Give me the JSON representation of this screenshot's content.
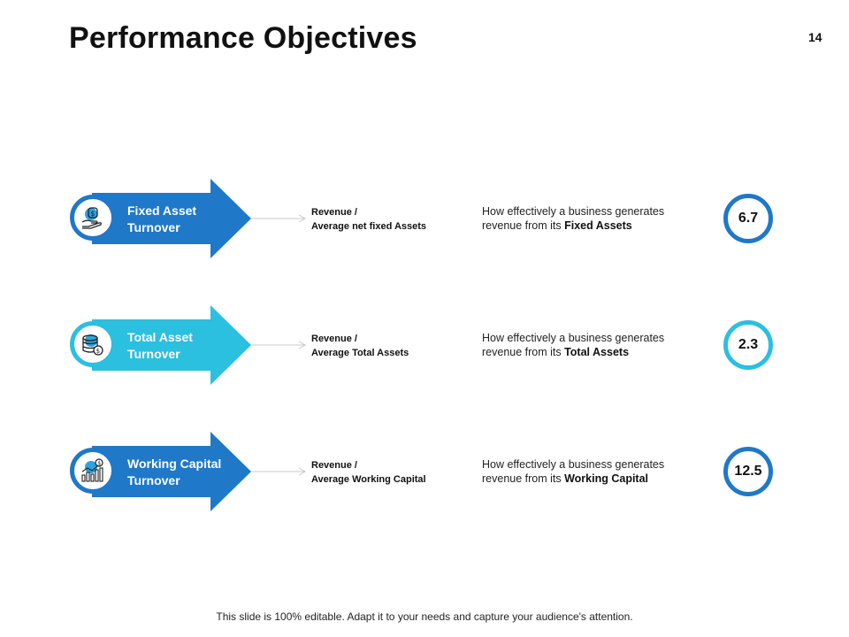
{
  "slide": {
    "title": "Performance Objectives",
    "page_number": "14",
    "footer": "This slide is 100% editable. Adapt it to your needs and capture your audience's attention."
  },
  "colors": {
    "dark_blue": "#1f78c8",
    "cyan": "#2bbfe0",
    "icon_dot": "#2aa3e0"
  },
  "objectives": [
    {
      "label_line1": "Fixed Asset",
      "label_line2": "Turnover",
      "icon": "money-hand-icon",
      "formula_line1": "Revenue /",
      "formula_line2": "Average net fixed Assets",
      "desc_line1": "How  effectively a business generates",
      "desc_prefix": "revenue from its ",
      "desc_bold": "Fixed Assets",
      "value": "6.7",
      "color": "#1f78c8"
    },
    {
      "label_line1": "Total Asset",
      "label_line2": "Turnover",
      "icon": "coin-stack-icon",
      "formula_line1": "Revenue /",
      "formula_line2": "Average Total Assets",
      "desc_line1": "How  effectively a business generates",
      "desc_prefix": "revenue from its ",
      "desc_bold": "Total Assets",
      "value": "2.3",
      "color": "#2bbfe0"
    },
    {
      "label_line1": "Working Capital",
      "label_line2": "Turnover",
      "icon": "growth-chart-icon",
      "formula_line1": "Revenue /",
      "formula_line2": "Average Working Capital",
      "desc_line1": "How  effectively a business generates",
      "desc_prefix": "revenue from its ",
      "desc_bold": "Working Capital",
      "value": "12.5",
      "color": "#1f78c8"
    }
  ]
}
